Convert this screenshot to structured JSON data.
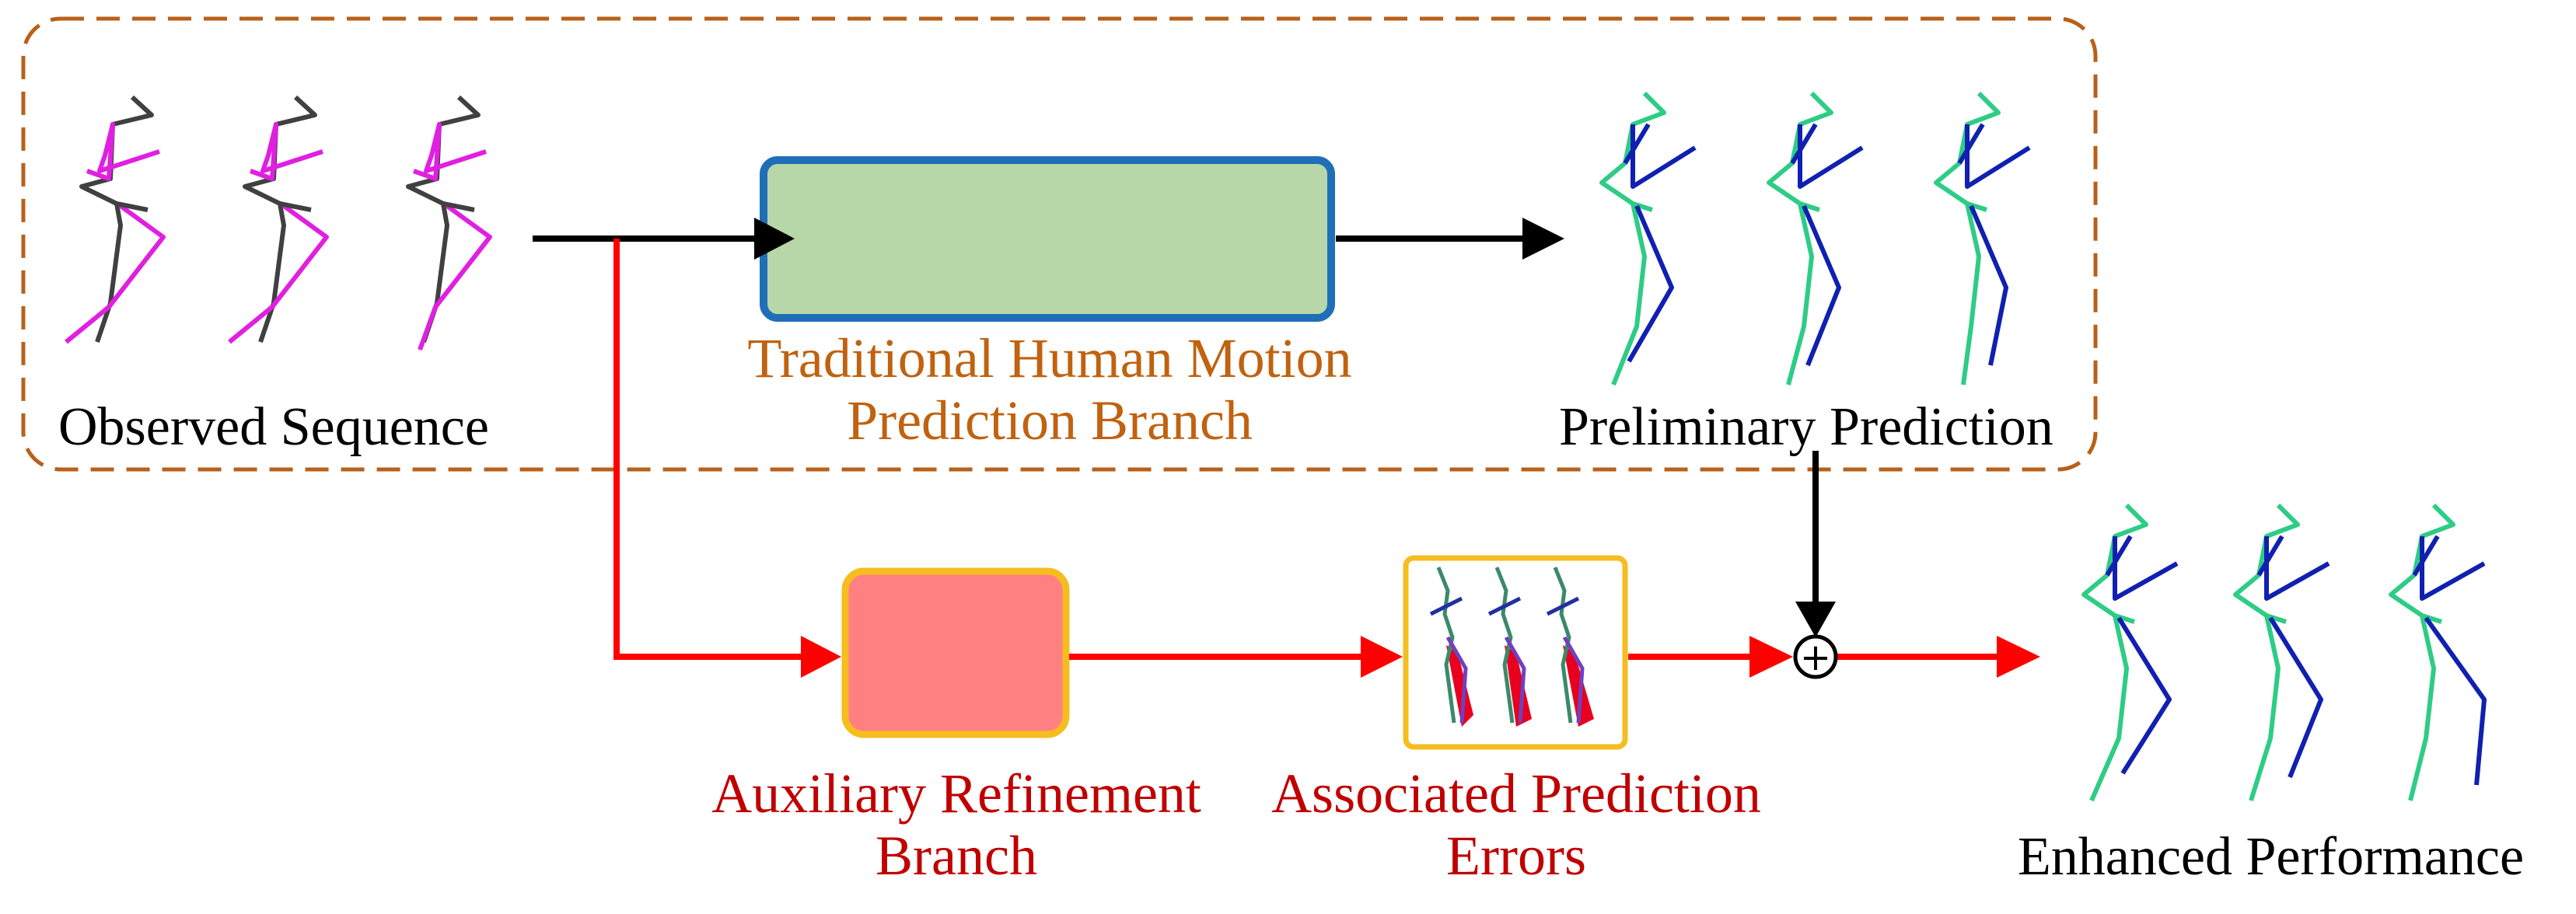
{
  "labels": {
    "observed": "Observed Sequence",
    "traditional_line1": "Traditional Human Motion",
    "traditional_line2": "Prediction Branch",
    "preliminary": "Preliminary Prediction",
    "auxiliary_line1": "Auxiliary Refinement",
    "auxiliary_line2": "Branch",
    "errors_line1": "Associated Prediction",
    "errors_line2": "Errors",
    "enhanced": "Enhanced Performance",
    "sum_symbol": "+"
  },
  "colors": {
    "dashed_border": "#b8601a",
    "traditional_fill": "#b7d7a8",
    "traditional_border": "#1f6fb8",
    "auxiliary_fill": "#ff8080",
    "auxiliary_border": "#f5bd1f",
    "errors_border": "#f5bd1f",
    "red_flow": "#ff0000",
    "black_flow": "#000000",
    "observed_body": "#404040",
    "observed_limb": "#e020e0",
    "pred_body": "#2ecc85",
    "pred_limb": "#1020b0"
  }
}
